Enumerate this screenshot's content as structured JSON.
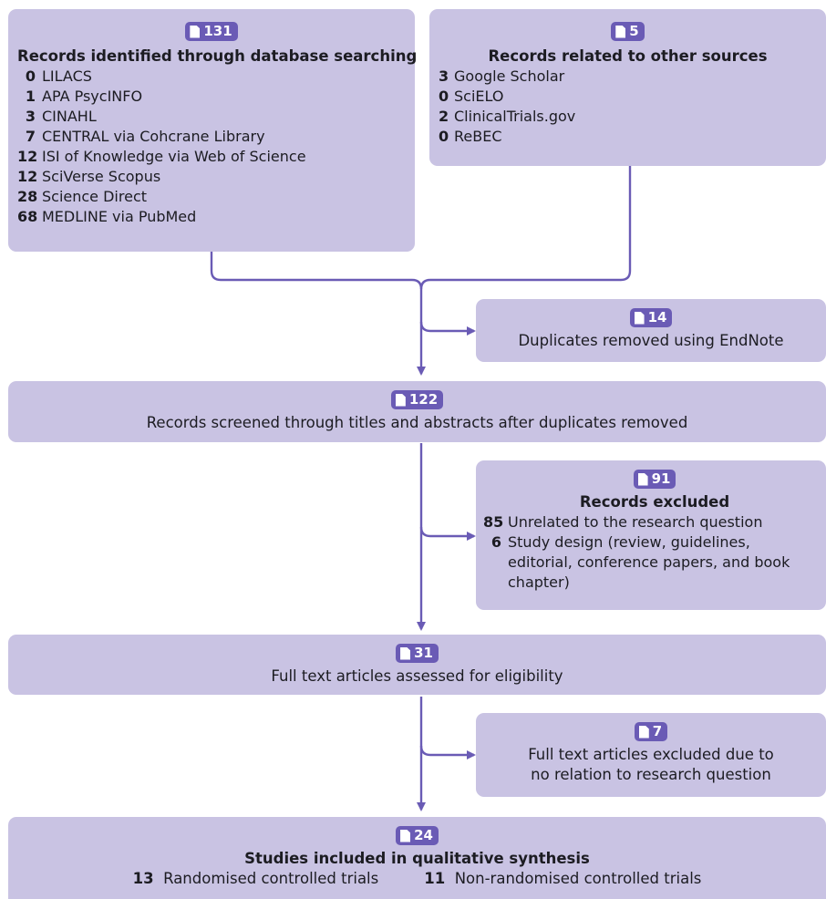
{
  "box_db": {
    "count": "131",
    "title": "Records identified through database searching",
    "items": [
      {
        "n": "0",
        "label": "LILACS"
      },
      {
        "n": "1",
        "label": "APA PsycINFO"
      },
      {
        "n": "3",
        "label": "CINAHL"
      },
      {
        "n": "7",
        "label": "CENTRAL via Cohcrane Library"
      },
      {
        "n": "12",
        "label": "ISI of Knowledge via Web of Science"
      },
      {
        "n": "12",
        "label": "SciVerse Scopus"
      },
      {
        "n": "28",
        "label": "Science Direct"
      },
      {
        "n": "68",
        "label": "MEDLINE via PubMed"
      }
    ]
  },
  "box_other": {
    "count": "5",
    "title": "Records related to other sources",
    "items": [
      {
        "n": "3",
        "label": "Google Scholar"
      },
      {
        "n": "0",
        "label": "SciELO"
      },
      {
        "n": "2",
        "label": "ClinicalTrials.gov"
      },
      {
        "n": "0",
        "label": "ReBEC"
      }
    ]
  },
  "box_dup": {
    "count": "14",
    "text": "Duplicates removed using EndNote"
  },
  "box_screened": {
    "count": "122",
    "text": "Records screened through titles and abstracts after duplicates removed"
  },
  "box_excluded": {
    "count": "91",
    "title": "Records excluded",
    "items": [
      {
        "n": "85",
        "label": "Unrelated to the research question"
      },
      {
        "n": "6",
        "label": "Study design (review, guidelines,",
        "cont": [
          "editorial, conference papers, and book",
          "chapter)"
        ]
      }
    ]
  },
  "box_fulltext": {
    "count": "31",
    "text": "Full text articles assessed for eligibility"
  },
  "box_ft_excluded": {
    "count": "7",
    "line1": "Full text articles excluded due to",
    "line2": "no relation to research question"
  },
  "box_included": {
    "count": "24",
    "title": "Studies included in qualitative synthesis",
    "rct_n": "13",
    "rct_label": "Randomised controlled trials",
    "nrct_n": "11",
    "nrct_label": "Non-randomised controlled trials"
  },
  "colors": {
    "box": "#c9c3e3",
    "badge": "#6a5bb5",
    "line": "#6a5bb5"
  }
}
